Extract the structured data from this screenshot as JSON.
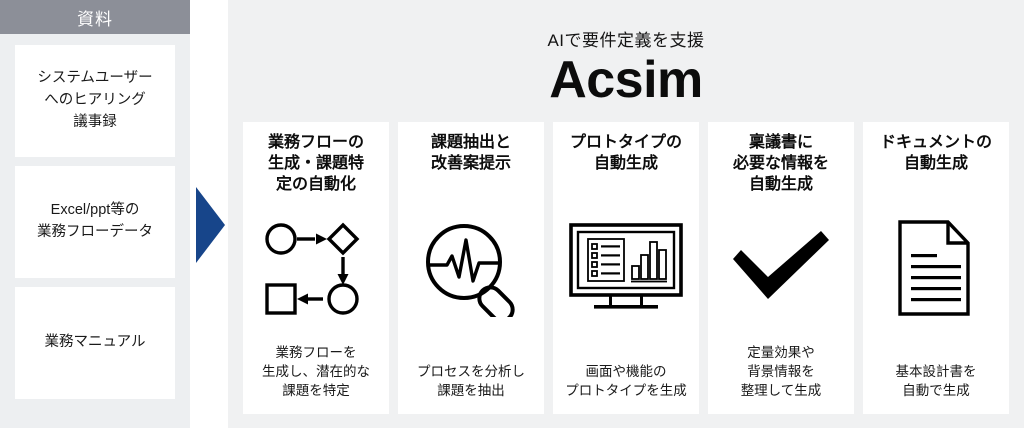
{
  "sidebar": {
    "header_label": "資料",
    "sources": [
      {
        "lines": [
          "システムユーザー",
          "へのヒアリング",
          "議事録"
        ]
      },
      {
        "lines": [
          "Excel/ppt等の",
          "業務フローデータ"
        ]
      },
      {
        "lines": [
          "業務マニュアル"
        ]
      }
    ]
  },
  "flow": {
    "arrow_icon": "right-triangle-arrow-icon",
    "arrow_color": "#17458a"
  },
  "main": {
    "tagline": "AIで要件定義を支援",
    "product_name": "Acsim",
    "features": [
      {
        "icon": "flowchart-icon",
        "title_lines": [
          "業務フローの",
          "生成・課題特",
          "定の自動化"
        ],
        "desc_lines": [
          "業務フローを",
          "生成し、潜在的な",
          "課題を特定"
        ]
      },
      {
        "icon": "magnifier-pulse-icon",
        "title_lines": [
          "課題抽出と",
          "改善案提示"
        ],
        "desc_lines": [
          "プロセスを分析し",
          "課題を抽出"
        ]
      },
      {
        "icon": "monitor-dashboard-icon",
        "title_lines": [
          "プロトタイプの",
          "自動生成"
        ],
        "desc_lines": [
          "画面や機能の",
          "プロトタイプを生成"
        ]
      },
      {
        "icon": "checkmark-icon",
        "title_lines": [
          "稟議書に",
          "必要な情報を",
          "自動生成"
        ],
        "desc_lines": [
          "定量効果や",
          "背景情報を",
          "整理して生成"
        ]
      },
      {
        "icon": "document-icon",
        "title_lines": [
          "ドキュメントの",
          "自動生成"
        ],
        "desc_lines": [
          "基本設計書を",
          "自動で生成"
        ]
      }
    ]
  },
  "colors": {
    "sidebar_header_bg": "#8c8f98",
    "panel_bg": "#f0f1f2",
    "card_bg": "#ffffff",
    "accent_blue": "#17458a",
    "ink": "#0d0d0d"
  }
}
